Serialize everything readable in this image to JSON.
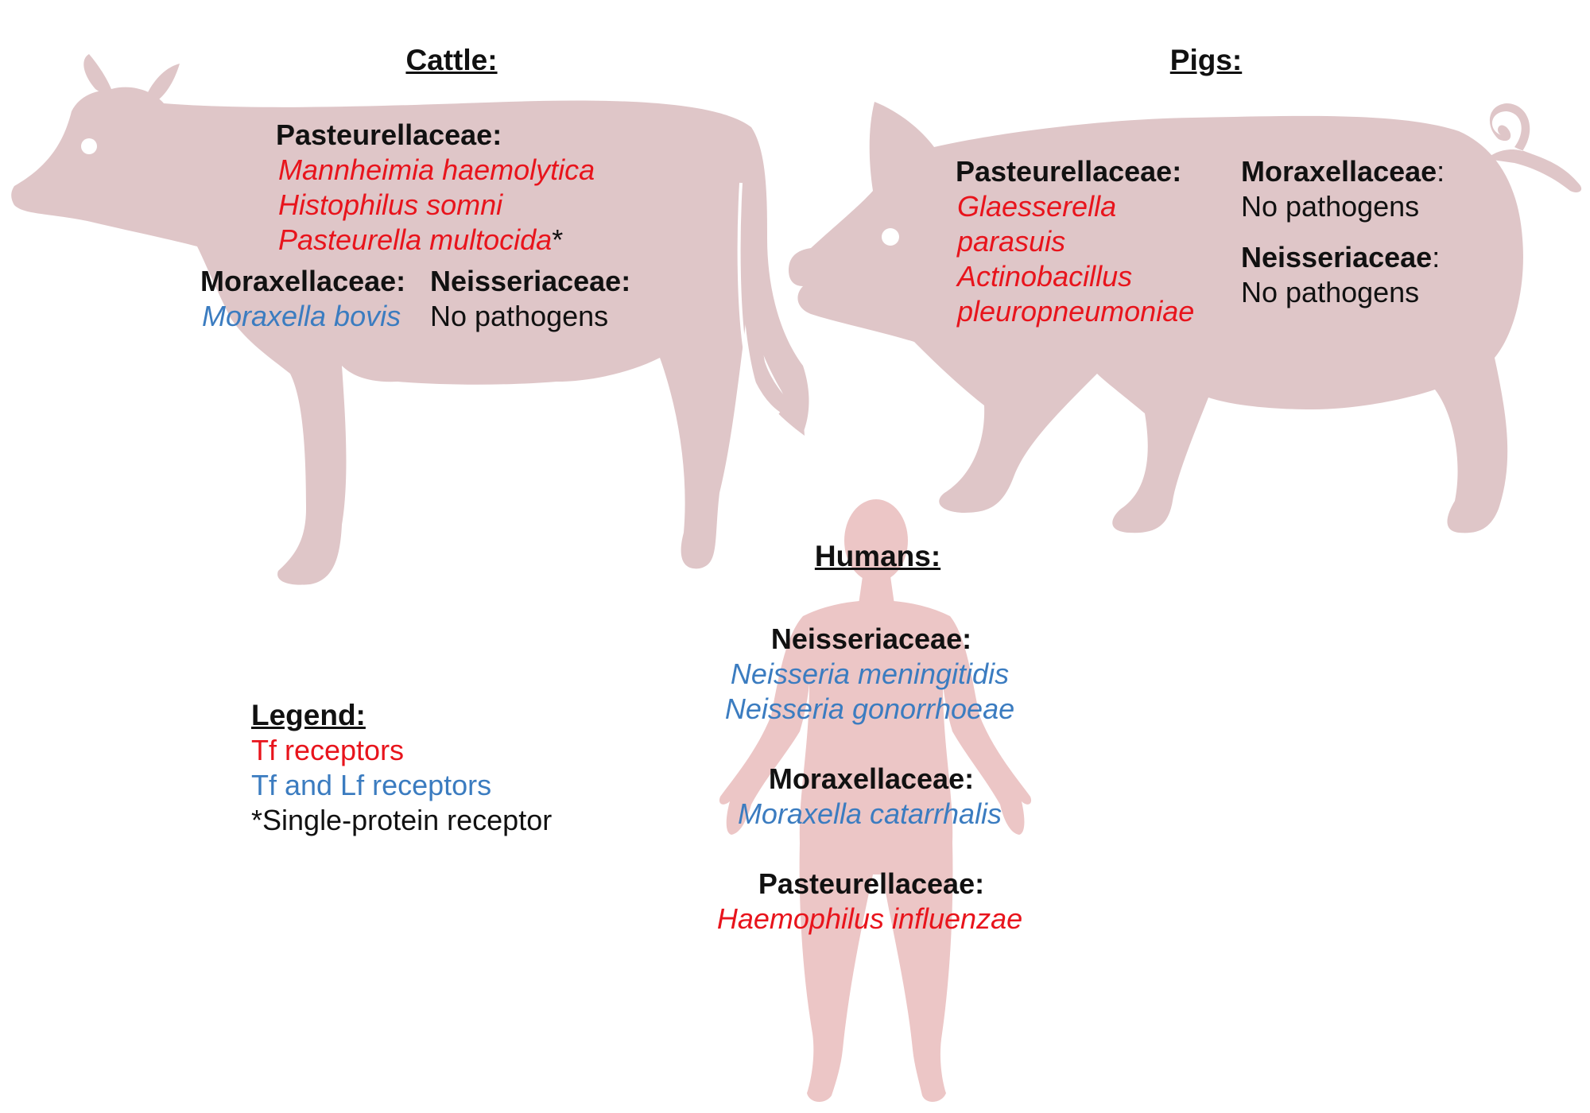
{
  "colors": {
    "tf_receptor": "#e8141c",
    "tf_lf_receptor": "#3b7cc0",
    "silhouette_animal": "#dfc6c8",
    "silhouette_human": "#ecc6c6"
  },
  "icons": [
    "cow-silhouette-icon",
    "pig-silhouette-icon",
    "human-silhouette-icon"
  ],
  "cattle": {
    "heading": "Cattle:",
    "pasteurellaceae": {
      "label": "Pasteurellaceae:",
      "species": [
        "Mannheimia haemolytica",
        "Histophilus somni",
        "Pasteurella multocida"
      ],
      "asterisk": "*"
    },
    "moraxellaceae": {
      "label": "Moraxellaceae:",
      "species": "Moraxella bovis"
    },
    "neisseriaceae": {
      "label": "Neisseriaceae:",
      "note": "No pathogens"
    }
  },
  "pigs": {
    "heading": "Pigs:",
    "pasteurellaceae": {
      "label": "Pasteurellaceae:",
      "species_lines": [
        "Glaesserella",
        "parasuis",
        "Actinobacillus",
        "pleuropneumoniae"
      ]
    },
    "moraxellaceae": {
      "label": "Moraxellaceae",
      "colon": ":",
      "note": "No pathogens"
    },
    "neisseriaceae": {
      "label": "Neisseriaceae",
      "colon": ":",
      "note": "No pathogens"
    }
  },
  "humans": {
    "heading": "Humans:",
    "neisseriaceae": {
      "label": "Neisseriaceae:",
      "species": [
        "Neisseria meningitidis",
        "Neisseria gonorrhoeae"
      ]
    },
    "moraxellaceae": {
      "label": "Moraxellaceae:",
      "species": "Moraxella catarrhalis"
    },
    "pasteurellaceae": {
      "label": "Pasteurellaceae:",
      "species": "Haemophilus influenzae"
    }
  },
  "legend": {
    "title": "Legend:",
    "tf": "Tf receptors",
    "tf_lf": "Tf and Lf receptors",
    "single": "*Single-protein receptor"
  }
}
